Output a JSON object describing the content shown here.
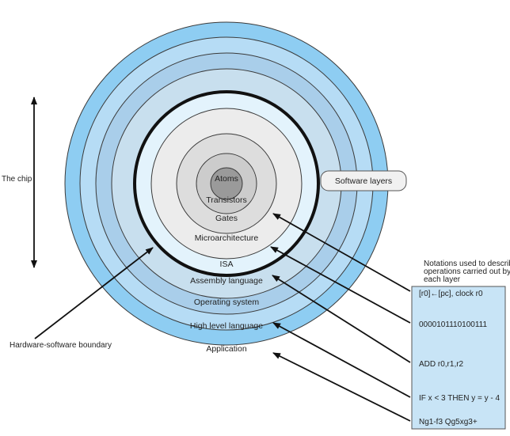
{
  "title": "",
  "layers": [
    {
      "label": "Application",
      "color": "#8ecdf2"
    },
    {
      "label": "High level language",
      "color": "#b6dcf5"
    },
    {
      "label": "Operating system",
      "color": "#a9ceea"
    },
    {
      "label": "Assembly language",
      "color": "#c8dfee"
    },
    {
      "label": "ISA",
      "color": "#e3f3fc"
    },
    {
      "label": "Microarchitecture",
      "color": "#ececec"
    },
    {
      "label": "Gates",
      "color": "#dddddd"
    },
    {
      "label": "Transistors",
      "color": "#cccccc"
    },
    {
      "label": "Atoms",
      "color": "#9a9a9a"
    }
  ],
  "chip_label": "The chip",
  "boundary_label": "Hardware-software boundary",
  "software_layers_label": "Software layers",
  "notations": {
    "header": [
      "Notations used to describe",
      "operations carried out by",
      "each layer"
    ],
    "box_color": "#c8e4f6",
    "items": [
      "[r0]←[pc], clock r0",
      "0000101110100111",
      "ADD r0,r1,r2",
      "IF x < 3 THEN y = y - 4",
      "Ng1-f3 Qg5xg3+"
    ]
  }
}
